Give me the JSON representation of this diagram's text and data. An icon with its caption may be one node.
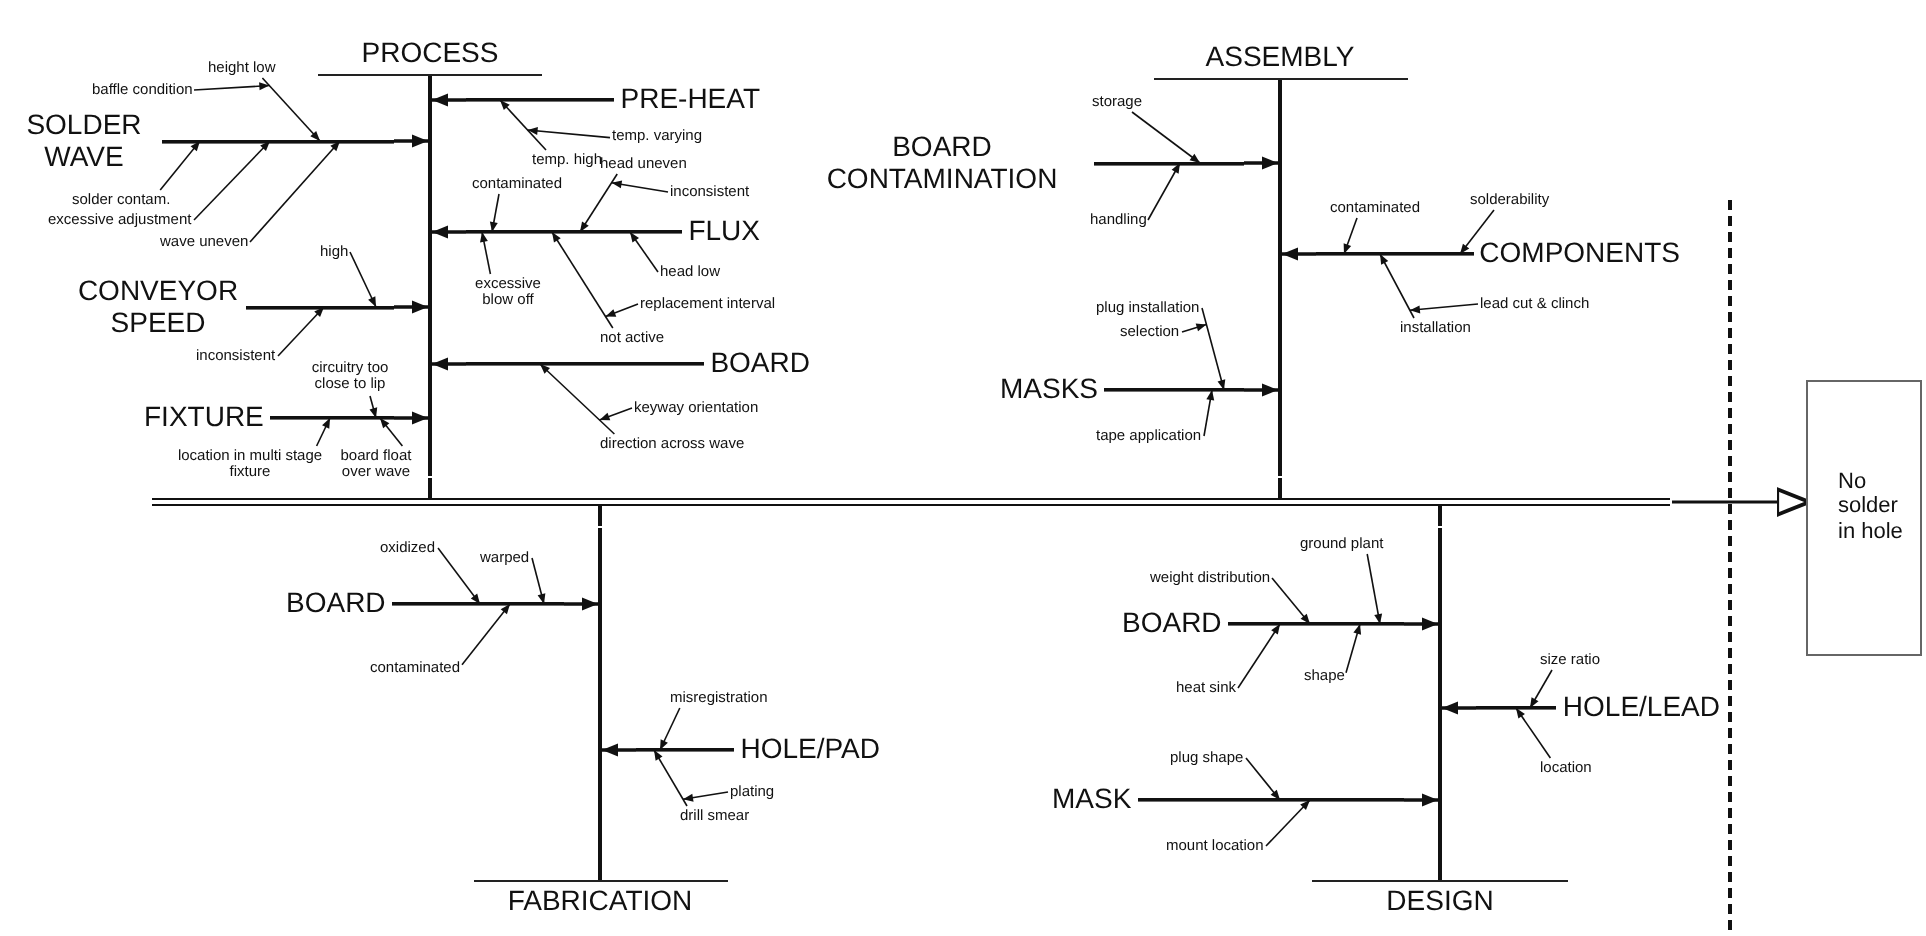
{
  "diagram": {
    "nodes": [
      {
        "text": [
          "PROCESS"
        ]
      },
      {
        "text": [
          "height low"
        ]
      },
      {
        "text": [
          "baffle condition"
        ]
      },
      {
        "text": [
          "PRE-HEAT"
        ]
      },
      {
        "text": [
          "SOLDER WAVE"
        ]
      },
      {
        "text": [
          "temp. varying"
        ]
      },
      {
        "text": [
          "temp. high"
        ]
      },
      {
        "text": [
          "solder contam."
        ]
      },
      {
        "text": [
          "excessive adjustment"
        ]
      },
      {
        "text": [
          "wave uneven"
        ]
      },
      {
        "text": [
          "head uneven"
        ]
      },
      {
        "text": [
          "inconsistent"
        ]
      },
      {
        "text": [
          "contaminated"
        ]
      },
      {
        "text": [
          "FLUX"
        ]
      },
      {
        "text": [
          "excessive blow off"
        ]
      },
      {
        "text": [
          "head low"
        ]
      },
      {
        "text": [
          "replacement interval"
        ]
      },
      {
        "text": [
          "not active"
        ]
      },
      {
        "text": [
          "high"
        ]
      },
      {
        "text": [
          "CONVEYOR SPEED"
        ]
      },
      {
        "text": [
          "inconsistent"
        ]
      },
      {
        "text": [
          "BOARD"
        ]
      },
      {
        "text": [
          "circuitry too close to lip"
        ]
      },
      {
        "text": [
          "FIXTURE"
        ]
      },
      {
        "text": [
          "keyway orientation"
        ]
      },
      {
        "text": [
          "location in multi stage fixture"
        ]
      },
      {
        "text": [
          "board float over wave"
        ]
      },
      {
        "text": [
          "direction across wave"
        ]
      },
      {
        "text": [
          "ASSEMBLY"
        ]
      },
      {
        "text": [
          "storage"
        ]
      },
      {
        "text": [
          "BOARD CONTAMINATION"
        ]
      },
      {
        "text": [
          "handling"
        ]
      },
      {
        "text": [
          "solderability"
        ]
      },
      {
        "text": [
          "contaminated"
        ]
      },
      {
        "text": [
          "COMPONENTS"
        ]
      },
      {
        "text": [
          "lead cut & clinch"
        ]
      },
      {
        "text": [
          "installation"
        ]
      },
      {
        "text": [
          "plug installation"
        ]
      },
      {
        "text": [
          "selection"
        ]
      },
      {
        "text": [
          "MASKS"
        ]
      },
      {
        "text": [
          "tape application"
        ]
      },
      {
        "text": [
          "No solder in hole"
        ]
      },
      {
        "text": [
          "oxidized"
        ]
      },
      {
        "text": [
          "warped"
        ]
      },
      {
        "text": [
          "BOARD"
        ]
      },
      {
        "text": [
          "contaminated"
        ]
      },
      {
        "text": [
          "misregistration"
        ]
      },
      {
        "text": [
          "HOLE/PAD"
        ]
      },
      {
        "text": [
          "plating"
        ]
      },
      {
        "text": [
          "drill smear"
        ]
      },
      {
        "text": [
          "FABRICATION"
        ]
      },
      {
        "text": [
          "ground plant"
        ]
      },
      {
        "text": [
          "weight distribution"
        ]
      },
      {
        "text": [
          "BOARD"
        ]
      },
      {
        "text": [
          "heat sink"
        ]
      },
      {
        "text": [
          "shape"
        ]
      },
      {
        "text": [
          "size ratio"
        ]
      },
      {
        "text": [
          "HOLE/LEAD"
        ]
      },
      {
        "text": [
          "location"
        ]
      },
      {
        "text": [
          "plug shape"
        ]
      },
      {
        "text": [
          "MASK"
        ]
      },
      {
        "text": [
          "mount location"
        ]
      },
      {
        "text": [
          "DESIGN"
        ]
      },
      {
        "text": [],
        "shape": "bar"
      }
    ],
    "edges": [
      {
        "from": 63,
        "to": 41,
        "arrow": "to"
      },
      {
        "from": 0,
        "to": 63,
        "arrow": "none"
      },
      {
        "from": 28,
        "to": 63,
        "arrow": "none"
      },
      {
        "from": 50,
        "to": 63,
        "arrow": "none"
      },
      {
        "from": 62,
        "to": 63,
        "arrow": "none"
      },
      {
        "from": 3,
        "to": 0,
        "arrow": "to"
      },
      {
        "from": 4,
        "to": 0,
        "arrow": "to"
      },
      {
        "from": 13,
        "to": 0,
        "arrow": "to"
      },
      {
        "from": 19,
        "to": 0,
        "arrow": "to"
      },
      {
        "from": 21,
        "to": 0,
        "arrow": "to"
      },
      {
        "from": 23,
        "to": 0,
        "arrow": "to"
      },
      {
        "from": 30,
        "to": 28,
        "arrow": "to"
      },
      {
        "from": 34,
        "to": 28,
        "arrow": "to"
      },
      {
        "from": 39,
        "to": 28,
        "arrow": "to"
      },
      {
        "from": 44,
        "to": 50,
        "arrow": "to"
      },
      {
        "from": 47,
        "to": 50,
        "arrow": "to"
      },
      {
        "from": 53,
        "to": 62,
        "arrow": "to"
      },
      {
        "from": 57,
        "to": 62,
        "arrow": "to"
      },
      {
        "from": 60,
        "to": 62,
        "arrow": "to"
      },
      {
        "from": 1,
        "to": 4,
        "arrow": "to"
      },
      {
        "from": 2,
        "to": 1,
        "arrow": "to"
      },
      {
        "from": 5,
        "to": 6,
        "arrow": "to"
      },
      {
        "from": 6,
        "to": 3,
        "arrow": "to"
      },
      {
        "from": 7,
        "to": 4,
        "arrow": "to"
      },
      {
        "from": 8,
        "to": 4,
        "arrow": "to"
      },
      {
        "from": 9,
        "to": 4,
        "arrow": "to"
      },
      {
        "from": 10,
        "to": 13,
        "arrow": "to"
      },
      {
        "from": 11,
        "to": 10,
        "arrow": "to"
      },
      {
        "from": 12,
        "to": 13,
        "arrow": "to"
      },
      {
        "from": 14,
        "to": 13,
        "arrow": "to"
      },
      {
        "from": 15,
        "to": 13,
        "arrow": "to"
      },
      {
        "from": 16,
        "to": 17,
        "arrow": "to"
      },
      {
        "from": 17,
        "to": 13,
        "arrow": "to"
      },
      {
        "from": 18,
        "to": 19,
        "arrow": "to"
      },
      {
        "from": 20,
        "to": 19,
        "arrow": "to"
      },
      {
        "from": 22,
        "to": 23,
        "arrow": "to"
      },
      {
        "from": 24,
        "to": 27,
        "arrow": "to"
      },
      {
        "from": 25,
        "to": 23,
        "arrow": "to"
      },
      {
        "from": 26,
        "to": 23,
        "arrow": "to"
      },
      {
        "from": 27,
        "to": 21,
        "arrow": "to"
      },
      {
        "from": 29,
        "to": 30,
        "arrow": "to"
      },
      {
        "from": 31,
        "to": 30,
        "arrow": "to"
      },
      {
        "from": 32,
        "to": 34,
        "arrow": "to"
      },
      {
        "from": 33,
        "to": 34,
        "arrow": "to"
      },
      {
        "from": 35,
        "to": 36,
        "arrow": "to"
      },
      {
        "from": 36,
        "to": 34,
        "arrow": "to"
      },
      {
        "from": 37,
        "to": 39,
        "arrow": "to"
      },
      {
        "from": 38,
        "to": 37,
        "arrow": "to"
      },
      {
        "from": 40,
        "to": 39,
        "arrow": "to"
      },
      {
        "from": 42,
        "to": 44,
        "arrow": "to"
      },
      {
        "from": 43,
        "to": 44,
        "arrow": "to"
      },
      {
        "from": 45,
        "to": 44,
        "arrow": "to"
      },
      {
        "from": 46,
        "to": 47,
        "arrow": "to"
      },
      {
        "from": 48,
        "to": 49,
        "arrow": "to"
      },
      {
        "from": 49,
        "to": 47,
        "arrow": "to"
      },
      {
        "from": 51,
        "to": 53,
        "arrow": "to"
      },
      {
        "from": 52,
        "to": 53,
        "arrow": "to"
      },
      {
        "from": 54,
        "to": 53,
        "arrow": "to"
      },
      {
        "from": 55,
        "to": 53,
        "arrow": "to"
      },
      {
        "from": 56,
        "to": 57,
        "arrow": "to"
      },
      {
        "from": 58,
        "to": 57,
        "arrow": "to"
      },
      {
        "from": 59,
        "to": 60,
        "arrow": "to"
      },
      {
        "from": 61,
        "to": 60,
        "arrow": "to"
      }
    ]
  }
}
